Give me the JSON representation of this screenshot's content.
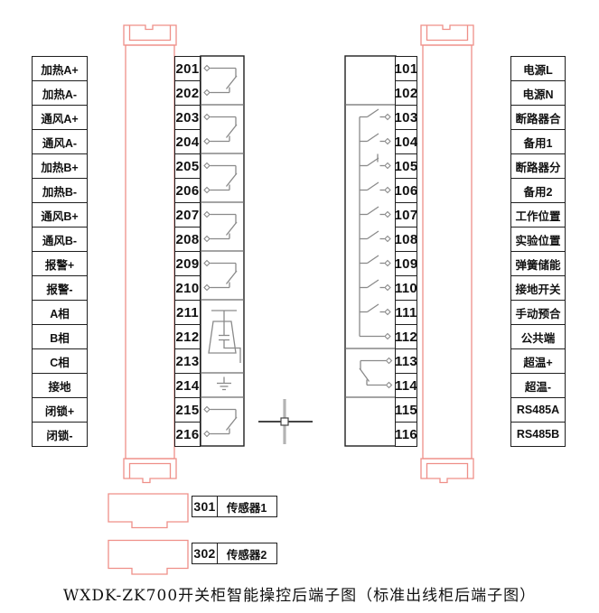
{
  "caption": "WXDK-ZK700开关柜智能操控后端子图（标准出线柜后端子图）",
  "left_panel": {
    "labels": [
      "加热A+",
      "加热A-",
      "通风A+",
      "通风A-",
      "加热B+",
      "加热B-",
      "通风B+",
      "通风B-",
      "报警+",
      "报警-",
      "A相",
      "B相",
      "C相",
      "接地",
      "闭锁+",
      "闭锁-"
    ],
    "terminals": [
      "201",
      "202",
      "203",
      "204",
      "205",
      "206",
      "207",
      "208",
      "209",
      "210",
      "211",
      "212",
      "213",
      "214",
      "215",
      "216"
    ]
  },
  "right_panel": {
    "terminals": [
      "101",
      "102",
      "103",
      "104",
      "105",
      "106",
      "107",
      "108",
      "109",
      "110",
      "111",
      "112",
      "113",
      "114",
      "115",
      "116"
    ],
    "labels": [
      "电源L",
      "电源N",
      "断路器合",
      "备用1",
      "断路器分",
      "备用2",
      "工作位置",
      "实验位置",
      "弹簧储能",
      "接地开关",
      "手动预合",
      "公共端",
      "超温+",
      "超温-",
      "RS485A",
      "RS485B"
    ]
  },
  "sensors": [
    {
      "terminal": "301",
      "label": "传感器1"
    },
    {
      "terminal": "302",
      "label": "传感器2"
    }
  ],
  "symbols": {
    "left_column": [
      {
        "type": "relay-no-contact",
        "rows": [
          0,
          1
        ]
      },
      {
        "type": "relay-no-contact",
        "rows": [
          2,
          3
        ]
      },
      {
        "type": "relay-no-contact",
        "rows": [
          4,
          5
        ]
      },
      {
        "type": "relay-no-contact",
        "rows": [
          6,
          7
        ]
      },
      {
        "type": "relay-no-contact",
        "rows": [
          8,
          9
        ]
      },
      {
        "type": "live-display-sensor",
        "rows": [
          10,
          11,
          12
        ]
      },
      {
        "type": "earth-ground",
        "rows": [
          13
        ]
      },
      {
        "type": "relay-no-contact",
        "rows": [
          14,
          15
        ]
      }
    ],
    "right_column": [
      {
        "type": "switch-contact",
        "rows": [
          2
        ]
      },
      {
        "type": "switch-contact",
        "rows": [
          3
        ]
      },
      {
        "type": "switch-contact-with-tick",
        "rows": [
          4
        ]
      },
      {
        "type": "switch-contact",
        "rows": [
          5
        ]
      },
      {
        "type": "switch-contact",
        "rows": [
          6
        ]
      },
      {
        "type": "switch-contact",
        "rows": [
          7
        ]
      },
      {
        "type": "switch-contact",
        "rows": [
          8
        ]
      },
      {
        "type": "switch-contact",
        "rows": [
          9
        ]
      },
      {
        "type": "switch-contact",
        "rows": [
          10
        ]
      },
      {
        "type": "bus-direct",
        "rows": [
          11
        ]
      },
      {
        "type": "relay-no-contact-mirrored",
        "rows": [
          12,
          13
        ]
      }
    ]
  },
  "colors": {
    "connector_outline": "#ef8f88",
    "line": "#1f1f1f",
    "symbol": "#8a8a8a"
  }
}
